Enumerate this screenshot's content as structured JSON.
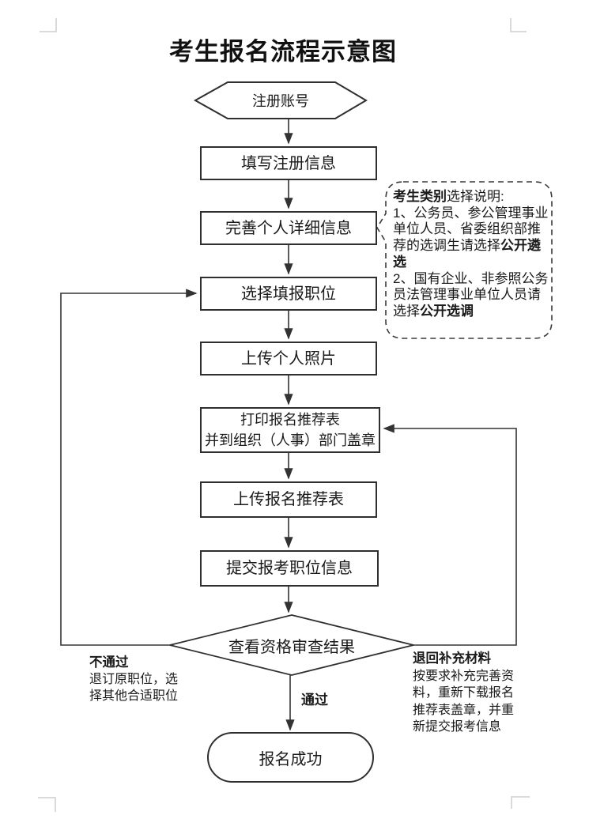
{
  "page": {
    "title": "考生报名流程示意图"
  },
  "flow": {
    "nodes": {
      "start": "注册账号",
      "fill_info": "填写注册信息",
      "complete_profile": "完善个人详细信息",
      "select_position": "选择填报职位",
      "upload_photo": "上传个人照片",
      "print_form_line1": "打印报名推荐表",
      "print_form_line2": "并到组织（人事）部门盖章",
      "upload_form": "上传报名推荐表",
      "submit_info": "提交报考职位信息",
      "review_result": "查看资格审查结果",
      "success": "报名成功"
    },
    "edges": {
      "pass": "通过",
      "fail": {
        "title": "不通过",
        "lines": [
          "退订原职位，选",
          "择其他合适职位"
        ]
      },
      "return_supplement": {
        "title": "退回补充材料",
        "lines": [
          "按要求补充完善资",
          "料，重新下载报名",
          "推荐表盖章，并重",
          "新提交报考信息"
        ]
      }
    }
  },
  "note": {
    "lines": [
      {
        "bold": "考生类别",
        "post": "选择说明:"
      },
      {
        "pre": "1、公务员、参公管理事业"
      },
      {
        "pre": "单位人员、省委组织部推"
      },
      {
        "pre": "荐的选调生请选择",
        "bold": "公开遴"
      },
      {
        "bold": "选"
      },
      {
        "pre": "2、国有企业、非参照公务"
      },
      {
        "pre": "员法管理事业单位人员请"
      },
      {
        "pre": "选择",
        "bold": "公开选调"
      }
    ]
  },
  "colors": {
    "line": "#333333",
    "text": "#1a1a1a",
    "background": "#ffffff",
    "crop_mark": "#dadada"
  }
}
